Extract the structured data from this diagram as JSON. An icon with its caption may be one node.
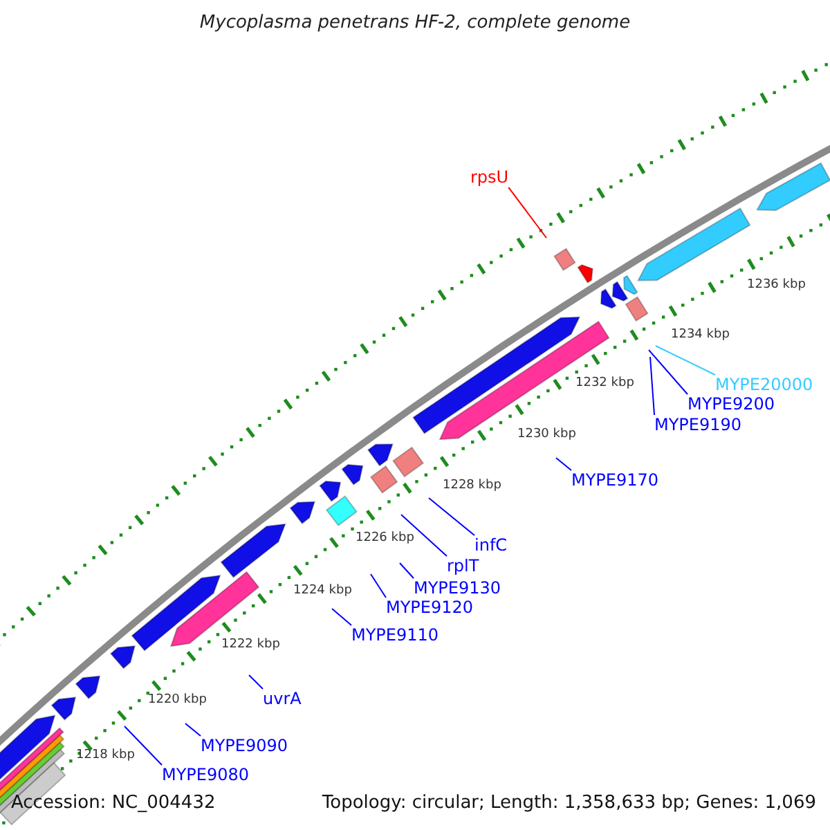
{
  "diagram": {
    "title": "Mycoplasma penetrans HF-2, complete genome",
    "nodes": [
      {
        "text": [
          "rpsU"
        ]
      },
      {
        "text": [
          "MYPE20000"
        ]
      },
      {
        "text": [
          "MYPE9200"
        ]
      },
      {
        "text": [
          "MYPE9190"
        ]
      },
      {
        "text": [
          "MYPE9170"
        ]
      },
      {
        "text": [
          "infC"
        ]
      },
      {
        "text": [
          "rplT"
        ]
      },
      {
        "text": [
          "MYPE9130"
        ]
      },
      {
        "text": [
          "MYPE9120"
        ]
      },
      {
        "text": [
          "MYPE9110"
        ]
      },
      {
        "text": [
          "uvrA"
        ]
      },
      {
        "text": [
          "MYPE9090"
        ]
      },
      {
        "text": [
          "MYPE9080"
        ]
      }
    ],
    "edges": [
      {
        "from": 0,
        "to": null,
        "arrow": "none",
        "color": "#ff0000"
      },
      {
        "from": 1,
        "to": null,
        "arrow": "none",
        "color": "#33ccff"
      },
      {
        "from": 2,
        "to": null,
        "arrow": "none"
      },
      {
        "from": 3,
        "to": null,
        "arrow": "none"
      },
      {
        "from": 4,
        "to": null,
        "arrow": "none"
      },
      {
        "from": 5,
        "to": null,
        "arrow": "none"
      },
      {
        "from": 6,
        "to": null,
        "arrow": "none"
      },
      {
        "from": 7,
        "to": null,
        "arrow": "none"
      },
      {
        "from": 8,
        "to": null,
        "arrow": "none"
      },
      {
        "from": 9,
        "to": null,
        "arrow": "none"
      },
      {
        "from": 10,
        "to": null,
        "arrow": "none"
      },
      {
        "from": 11,
        "to": null,
        "arrow": "none"
      },
      {
        "from": 12,
        "to": null,
        "arrow": "none"
      }
    ],
    "labels": [
      "1236 kbp",
      "1234 kbp",
      "1232 kbp",
      "1230 kbp",
      "1228 kbp",
      "1226 kbp",
      "1224 kbp",
      "1222 kbp",
      "1220 kbp",
      "1218 kbp",
      "Accession: NC_004432",
      "Topology: circular; Length: 1,358,633 bp; Genes: 1,069"
    ]
  }
}
